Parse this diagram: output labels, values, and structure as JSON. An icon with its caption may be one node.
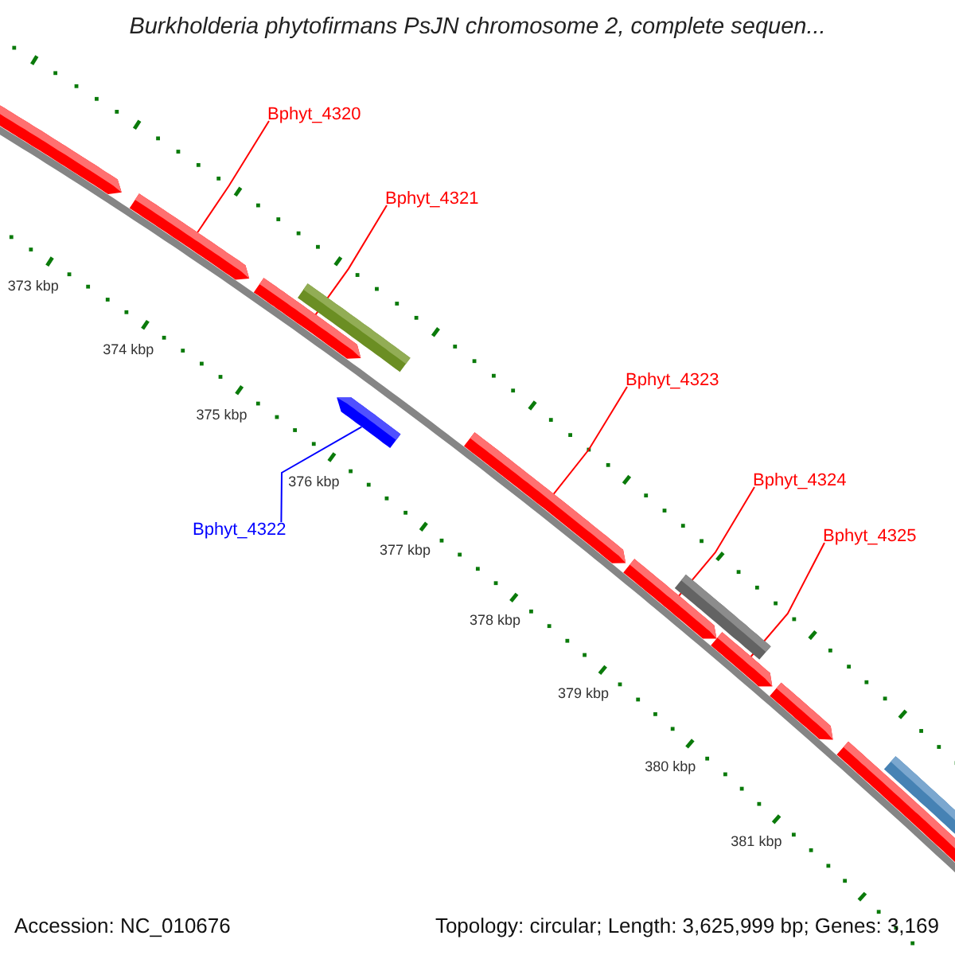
{
  "diagram": {
    "title": "Burkholderia phytofirmans PsJN chromosome 2, complete sequen...",
    "nodes": [
      {
        "text": [
          "Bphyt_4320"
        ]
      },
      {
        "text": [
          "Bphyt_4321"
        ]
      },
      {
        "text": [
          "Bphyt_4323"
        ]
      },
      {
        "text": [
          "Bphyt_4324"
        ]
      },
      {
        "text": [
          "Bphyt_4322"
        ]
      },
      {
        "text": [
          "Bphyt_4325"
        ]
      },
      {
        "text": [],
        "shape": "arrow"
      },
      {
        "text": [],
        "shape": "arrow"
      },
      {
        "text": [],
        "shape": "arrow"
      },
      {
        "text": [],
        "shape": "bar"
      },
      {
        "text": [],
        "shape": "arrow"
      },
      {
        "text": [],
        "shape": "arrow"
      },
      {
        "text": [],
        "shape": "arrow"
      },
      {
        "text": [],
        "shape": "bar"
      },
      {
        "text": [],
        "shape": "arrow"
      },
      {
        "text": [],
        "shape": "arrow"
      },
      {
        "text": [],
        "shape": "arrow"
      },
      {
        "text": [],
        "shape": "bar"
      }
    ],
    "edges": [
      {
        "from": 0,
        "to": 7,
        "arrow": "none"
      },
      {
        "from": 1,
        "to": 8,
        "arrow": "none"
      },
      {
        "from": 2,
        "to": 11,
        "arrow": "none"
      },
      {
        "from": 3,
        "to": 12,
        "arrow": "none"
      },
      {
        "from": 4,
        "to": 10,
        "arrow": "none",
        "color": "#0000ff"
      },
      {
        "from": 5,
        "to": 14,
        "arrow": "none"
      }
    ],
    "labels": [
      "373 kbp",
      "374 kbp",
      "375 kbp",
      "376 kbp",
      "377 kbp",
      "378 kbp",
      "379 kbp",
      "380 kbp",
      "381 kbp",
      "Accession: NC_010676",
      "Topology: circular; Length: 3,625,999 bp; Genes: 3,169"
    ]
  }
}
